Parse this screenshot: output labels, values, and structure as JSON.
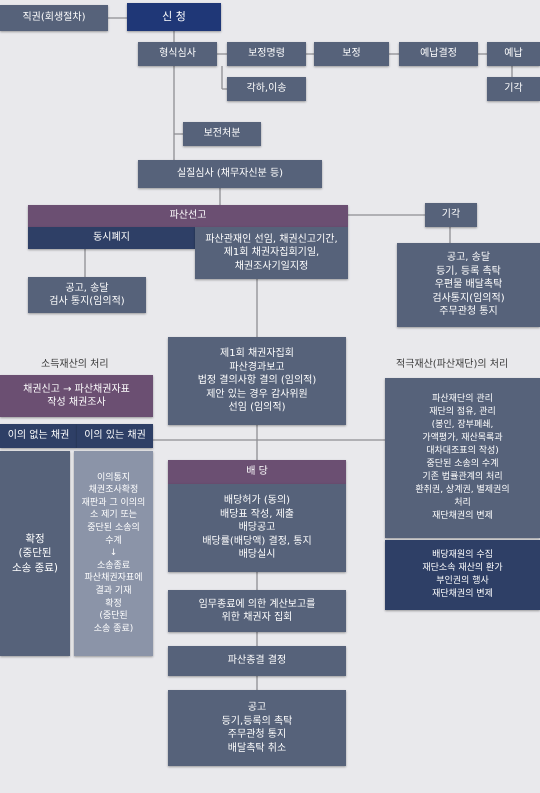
{
  "nodes": {
    "rehab": "직권(회생절차)",
    "apply": "신 청",
    "formal": "형식심사",
    "amend_order": "보정명령",
    "amend": "보정",
    "prepay_decision": "예납결정",
    "prepay": "예납",
    "dismiss_transfer": "각하,이송",
    "reject_top": "기각",
    "preservation": "보전처분",
    "substantive": "실질심사 (채무자신분 등)",
    "declaration": "파산선고",
    "reject_mid": "기각",
    "abolition": "동시폐지",
    "trustee_block": "파산관재인 선임, 채권신고기간,\n제1회 채권자집회기일,\n채권조사기일지정",
    "notice_left": "공고, 송달\n검사 통지(임의적)",
    "notice_right": "공고, 송달\n등기, 등록 촉탁\n우편물 배달촉탁\n검사통지(임의적)\n주무관청 통지",
    "first_meeting": "제1회 채권자집회\n파산경과보고\n법정 결의사항 결의 (임의적)\n제안 있는 경우 감사위원\n선임 (임의적)",
    "claims_head": "채권신고 → 파산채권자표\n작성 채권조사",
    "no_objection": "이의 없는 채권",
    "with_objection": "이의 있는 채권",
    "confirm": "확정\n(중단된\n소송 종료)",
    "objection_detail": "이의통지\n채권조사확정\n재판과 그 이의의\n소 제기 또는\n중단된 소송의\n수계\n↓\n소송종료\n파산채권자표에\n결과 기재\n확정\n(중단된\n소송 종료)",
    "dividend_head": "배 당",
    "dividend_body": "배당허가 (동의)\n배당표 작성, 제출\n배당공고\n배당률(배당액) 결정, 통지\n배당실시",
    "final_report": "임무종료에 의한 계산보고를\n위한 채권자 집회",
    "termination": "파산종결 결정",
    "final_notice": "공고\n등기,등록의 촉탁\n주무관청 통지\n배달촉탁 취소",
    "estate_mgmt": "파산재단의 관리\n재단의 점유, 관리\n(봉인, 장부폐쇄,\n가액평가, 재산목록과\n대차대조표의 작성)\n중단된 소송의 수계\n기존 법률관계의 처리\n환취권, 상계권, 별제권의\n처리\n재단채권의 변제",
    "estate_collect": "배당재원의 수집\n재단소속 재산의 환가\n부인권의 행사\n재단채권의 변제"
  },
  "labels": {
    "left_section": "소득재산의 처리",
    "right_section": "적극재산(파산재단)의 처리"
  },
  "colors": {
    "line": "#8e8e93",
    "background": "#e9e9ec"
  }
}
